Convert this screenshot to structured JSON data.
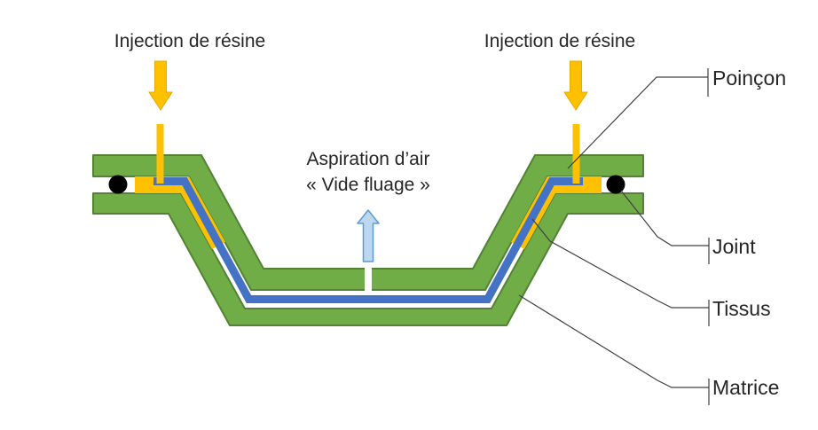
{
  "diagram": {
    "annotations": {
      "injection_left": "Injection de résine",
      "injection_right": "Injection de résine",
      "aspiration_line1": "Aspiration d’air",
      "aspiration_line2": "« Vide fluage »"
    },
    "callouts": {
      "poincon": "Poinçon",
      "joint": "Joint",
      "tissus": "Tissus",
      "matrice": "Matrice"
    },
    "colors": {
      "mold_green": "#70AD47",
      "mold_green_border": "#548235",
      "resin_yellow": "#FFC000",
      "resin_yellow_border": "#E7A900",
      "fabric_blue": "#4472C4",
      "vacuum_arrow_fill": "#BDD7EE",
      "vacuum_arrow_border": "#5B9BD5",
      "seal_black": "#000000",
      "label_text": "#262626",
      "leader_line": "#404040",
      "background": "#FFFFFF"
    }
  }
}
